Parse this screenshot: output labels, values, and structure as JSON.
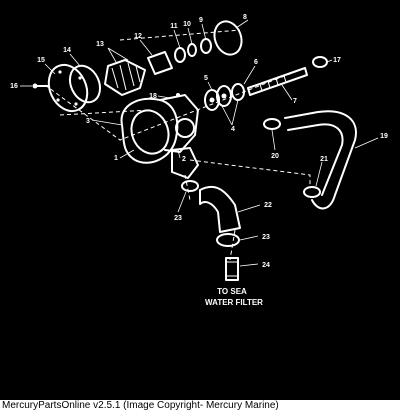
{
  "diagram": {
    "part_numbers": [
      "1",
      "2",
      "3",
      "4",
      "5",
      "6",
      "7",
      "8",
      "9",
      "10",
      "11",
      "12",
      "13",
      "14",
      "15",
      "16",
      "17",
      "18",
      "19",
      "20",
      "21",
      "22",
      "23",
      "24"
    ],
    "caption_line1": "TO SEA",
    "caption_line2": "WATER FILTER"
  },
  "status_bar": {
    "text": "MercuryPartsOnline v2.5.1 (Image Copyright- Mercury Marine)"
  },
  "colors": {
    "background": "#000000",
    "line_art": "#ffffff",
    "status_bar_background": "#ffffff",
    "status_bar_text": "#000000"
  }
}
